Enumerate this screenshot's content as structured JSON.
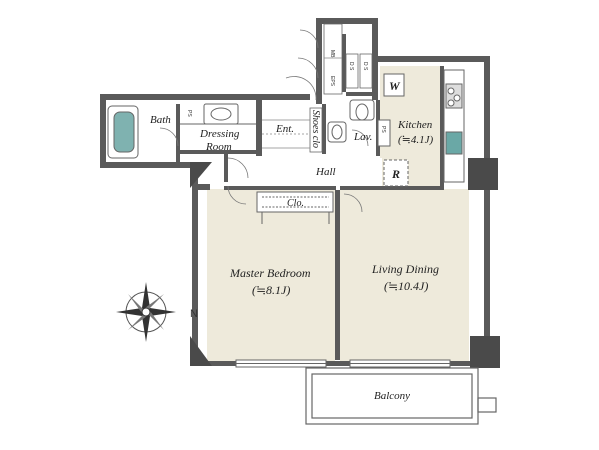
{
  "rooms": {
    "bath": "Bath",
    "dressing_line1": "Dressing",
    "dressing_line2": "Room",
    "entrance": "Ent.",
    "shoes_closet": "Shoes clo",
    "lavatory": "Lav.",
    "kitchen": "Kitchen",
    "kitchen_size": "(≒4.1J)",
    "hall": "Hall",
    "closet": "Clo.",
    "master_bedroom": "Master Bedroom",
    "master_bedroom_size": "(≒8.1J)",
    "living_dining": "Living Dining",
    "living_dining_size": "(≒10.4J)",
    "balcony": "Balcony"
  },
  "fixtures": {
    "mb": "MB",
    "eps": "EPS",
    "ds": "D S",
    "ps": "PS",
    "washer": "W",
    "refrigerator": "R"
  },
  "compass": {
    "north": "N"
  },
  "colors": {
    "wall": "#5a5a5a",
    "room_fill": "#eeeadb",
    "wet_fill": "#ffffff",
    "line": "#444444"
  }
}
